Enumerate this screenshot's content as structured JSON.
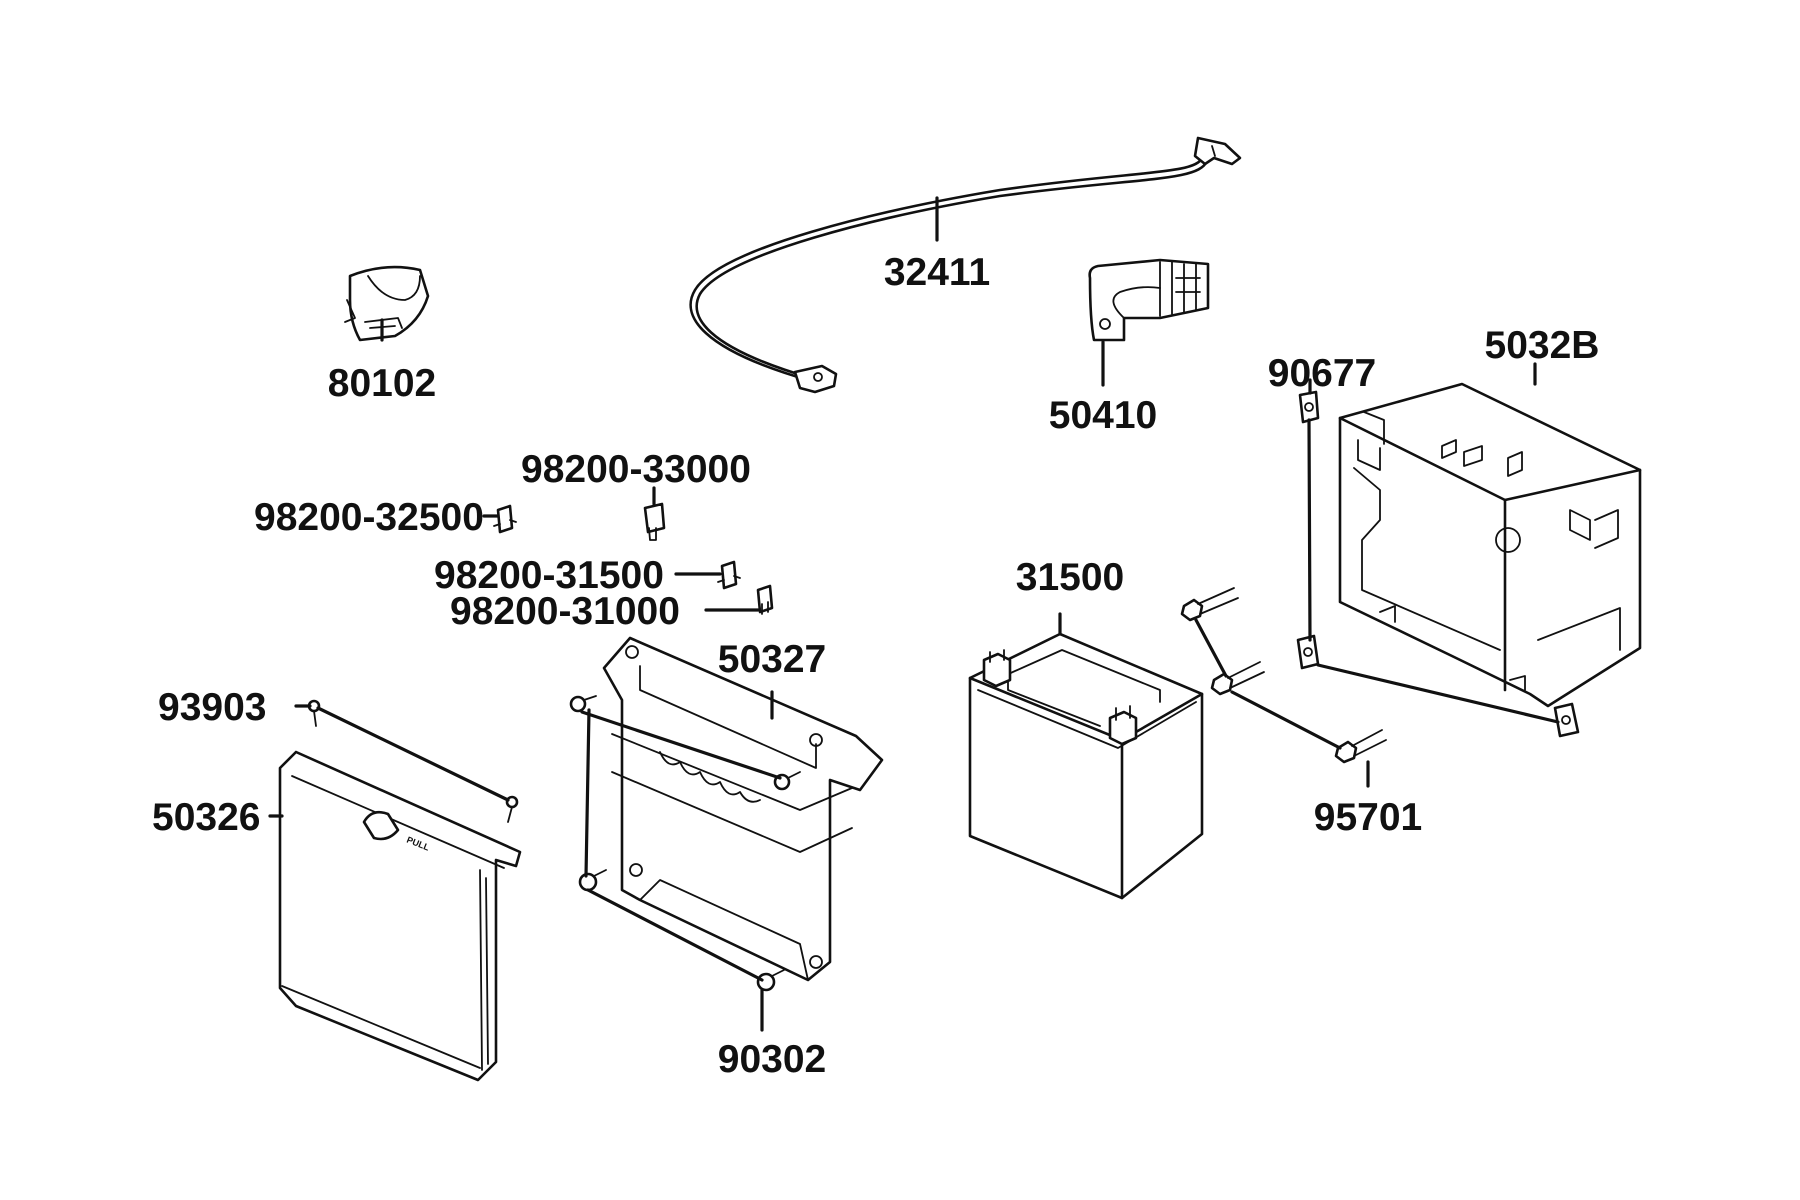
{
  "diagram": {
    "parts": [
      {
        "key": "p80102",
        "number": "80102"
      },
      {
        "key": "p32411",
        "number": "32411"
      },
      {
        "key": "p50410",
        "number": "50410"
      },
      {
        "key": "p90677",
        "number": "90677"
      },
      {
        "key": "p5032B",
        "number": "5032B"
      },
      {
        "key": "p98200_33000",
        "number": "98200-33000"
      },
      {
        "key": "p98200_32500",
        "number": "98200-32500"
      },
      {
        "key": "p98200_31500",
        "number": "98200-31500"
      },
      {
        "key": "p98200_31000",
        "number": "98200-31000"
      },
      {
        "key": "p31500",
        "number": "31500"
      },
      {
        "key": "p50327",
        "number": "50327"
      },
      {
        "key": "p93903",
        "number": "93903"
      },
      {
        "key": "p50326",
        "number": "50326"
      },
      {
        "key": "p95701",
        "number": "95701"
      },
      {
        "key": "p90302",
        "number": "90302"
      }
    ],
    "cover_emboss": "PULL"
  }
}
